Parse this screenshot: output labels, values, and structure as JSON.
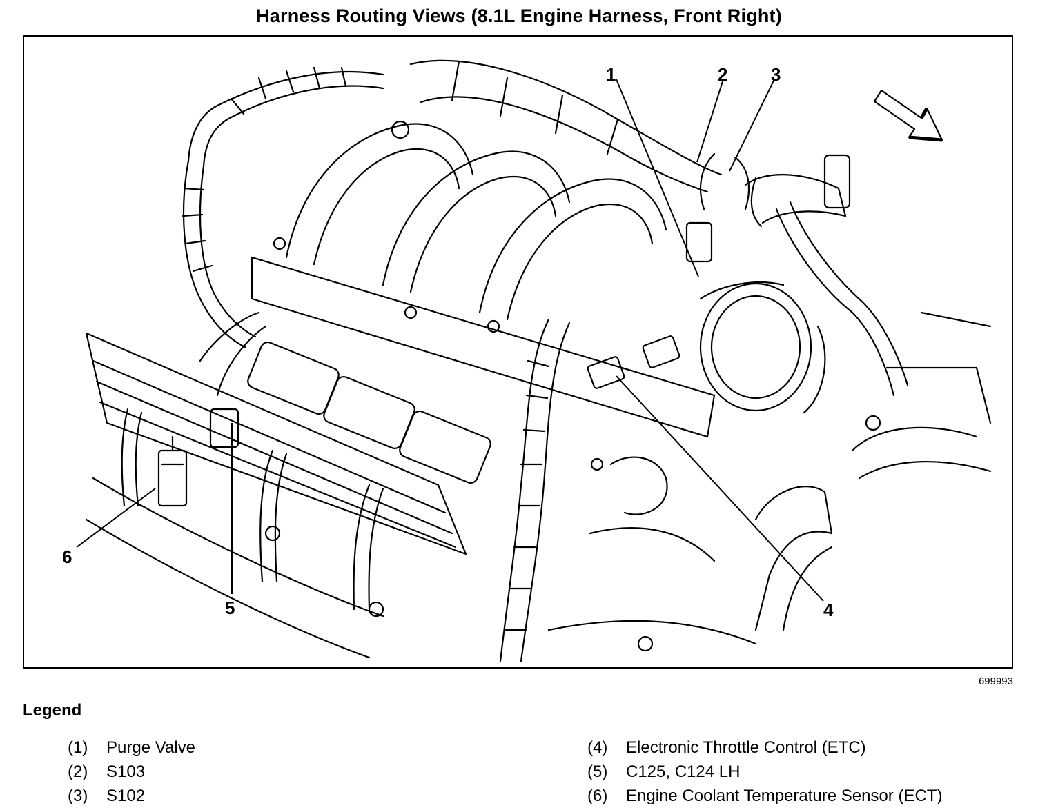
{
  "title": "Harness Routing Views (8.1L Engine Harness, Front Right)",
  "figure_id": "699993",
  "callouts": [
    "1",
    "2",
    "3",
    "4",
    "5",
    "6"
  ],
  "legend": {
    "title": "Legend",
    "items": [
      {
        "num": "(1)",
        "label": "Purge Valve"
      },
      {
        "num": "(2)",
        "label": "S103"
      },
      {
        "num": "(3)",
        "label": "S102"
      },
      {
        "num": "(4)",
        "label": "Electronic Throttle Control (ETC)"
      },
      {
        "num": "(5)",
        "label": "C125, C124 LH"
      },
      {
        "num": "(6)",
        "label": "Engine Coolant Temperature Sensor (ECT)"
      }
    ]
  },
  "icons": [
    "direction-arrow-icon"
  ]
}
